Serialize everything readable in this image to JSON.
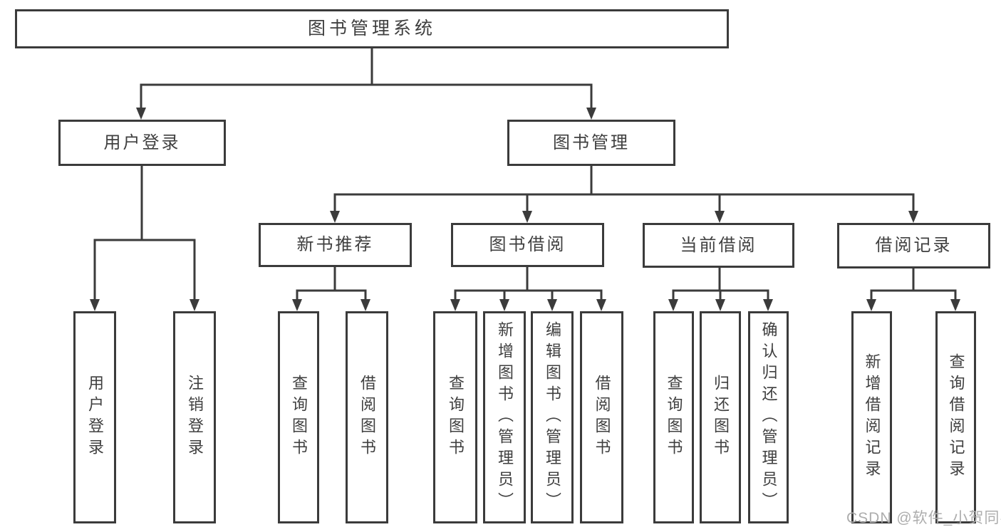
{
  "diagram": {
    "root_label": "图书管理系统",
    "tree": {
      "user_login": {
        "label": "用户登录",
        "children": [
          "用户登录",
          "注销登录"
        ]
      },
      "book_mgmt": {
        "label": "图书管理",
        "children": {
          "new_book": {
            "label": "新书推荐",
            "children": [
              "查询图书",
              "借阅图书"
            ]
          },
          "book_borrow": {
            "label": "图书借阅",
            "children": [
              "查询图书",
              "新增图书（管理员）",
              "编辑图书（管理员）",
              "借阅图书"
            ]
          },
          "current_borrow": {
            "label": "当前借阅",
            "children": [
              "查询图书",
              "归还图书",
              "确认归还（管理员）"
            ]
          },
          "borrow_record": {
            "label": "借阅记录",
            "children": [
              "新增借阅记录",
              "查询借阅记录"
            ]
          }
        }
      }
    },
    "watermark": "CSDN @软件_小贺同学",
    "colors": {
      "line": "#3b3b3b",
      "text": "#3f3f3f",
      "watermark": "#adadad",
      "background": "#ffffff"
    }
  }
}
